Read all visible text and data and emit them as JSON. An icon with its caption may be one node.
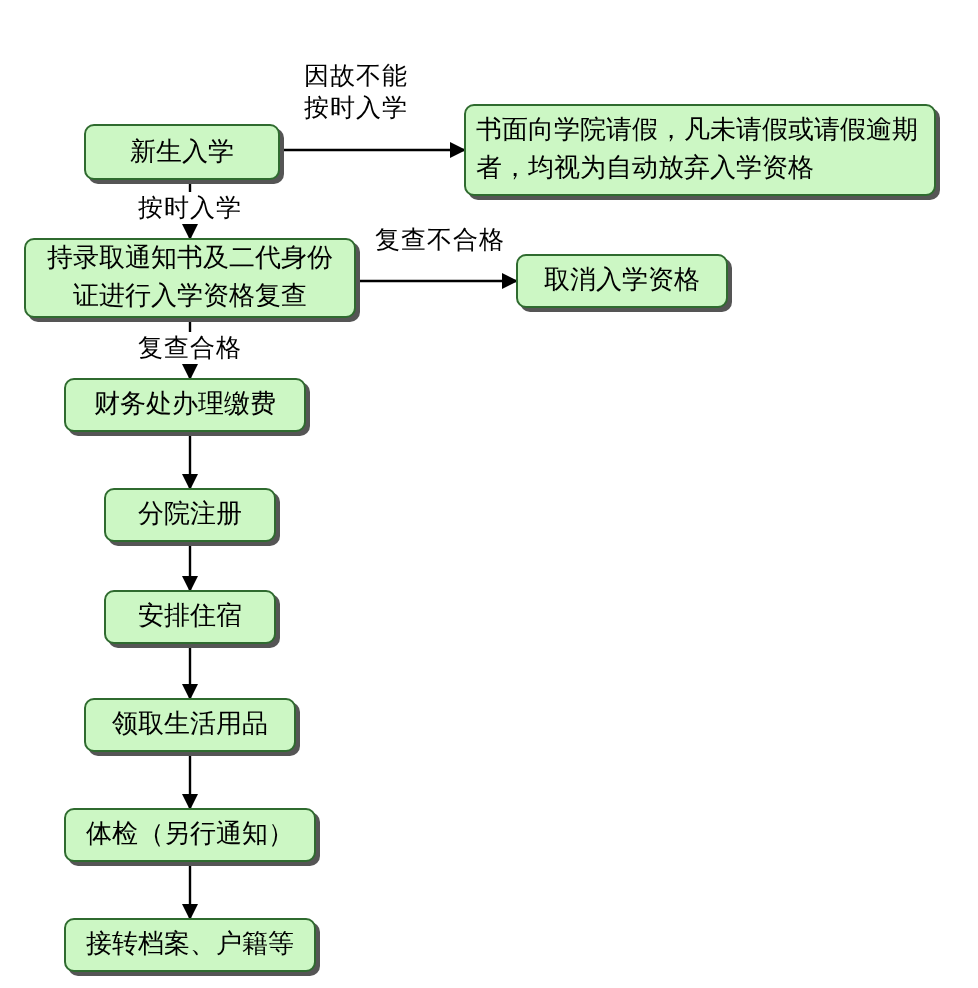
{
  "diagram": {
    "nodes": [
      {
        "text": [
          "新生入学"
        ]
      },
      {
        "text": [
          "书面向学院请假，凡未请假或请假逾期者，均视为自动放弃入学资格"
        ]
      },
      {
        "text": [
          "持录取通知书及二代身份证进行入学资格复查"
        ]
      },
      {
        "text": [
          "取消入学资格"
        ]
      },
      {
        "text": [
          "财务处办理缴费"
        ]
      },
      {
        "text": [
          "分院注册"
        ]
      },
      {
        "text": [
          "安排住宿"
        ]
      },
      {
        "text": [
          "领取生活用品"
        ]
      },
      {
        "text": [
          "体检（另行通知）"
        ]
      },
      {
        "text": [
          "接转档案、户籍等"
        ]
      }
    ],
    "edges": [
      {
        "from": 0,
        "to": 1,
        "arrow": "to",
        "label": "因故不能按时入学"
      },
      {
        "from": 0,
        "to": 2,
        "arrow": "to",
        "label": "按时入学"
      },
      {
        "from": 2,
        "to": 3,
        "arrow": "to",
        "label": "复查不合格"
      },
      {
        "from": 2,
        "to": 4,
        "arrow": "to",
        "label": "复查合格"
      },
      {
        "from": 4,
        "to": 5,
        "arrow": "to"
      },
      {
        "from": 5,
        "to": 6,
        "arrow": "to"
      },
      {
        "from": 6,
        "to": 7,
        "arrow": "to"
      },
      {
        "from": 7,
        "to": 8,
        "arrow": "to"
      },
      {
        "from": 8,
        "to": 9,
        "arrow": "to"
      }
    ]
  }
}
